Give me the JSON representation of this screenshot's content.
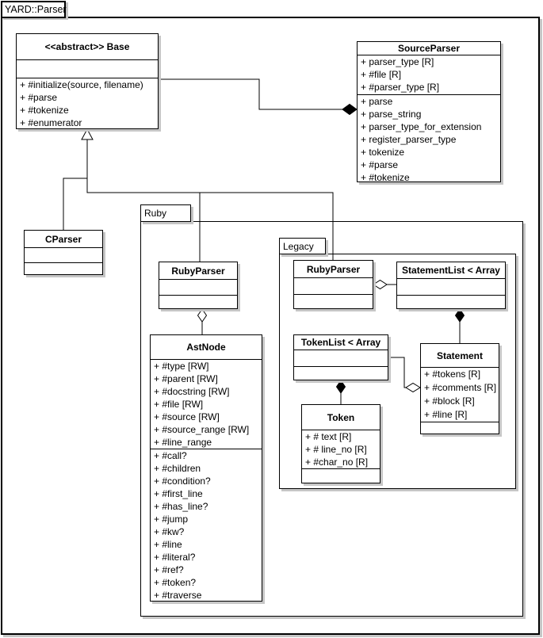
{
  "frame": {
    "title": "YARD::Parser"
  },
  "packages": {
    "ruby": {
      "label": "Ruby"
    },
    "legacy": {
      "label": "Legacy"
    }
  },
  "classes": {
    "base": {
      "name": "<<abstract>> Base",
      "attributes": [],
      "methods": [
        "+ #initialize(source, filename)",
        "+ #parse",
        "+ #tokenize",
        "+ #enumerator"
      ]
    },
    "source_parser": {
      "name": "SourceParser",
      "attributes": [
        "+ parser_type [R]",
        "+ #file [R]",
        "+ #parser_type [R]"
      ],
      "methods": [
        "+ parse",
        "+ parse_string",
        "+ parser_type_for_extension",
        "+ register_parser_type",
        "+ tokenize",
        "+ #parse",
        "+ #tokenize"
      ]
    },
    "cparser": {
      "name": "CParser",
      "attributes": [],
      "methods": []
    },
    "ruby_ruby_parser": {
      "name": "RubyParser",
      "attributes": [],
      "methods": []
    },
    "ast_node": {
      "name": "AstNode",
      "attributes": [
        "+ #type [RW]",
        "+ #parent [RW]",
        "+ #docstring [RW]",
        "+ #file [RW]",
        "+ #source [RW]",
        "+ #source_range [RW]",
        "+ #line_range"
      ],
      "methods": [
        "+ #call?",
        "+ #children",
        "+ #condition?",
        "+ #first_line",
        "+ #has_line?",
        "+ #jump",
        "+ #kw?",
        "+ #line",
        "+ #literal?",
        "+ #ref?",
        "+ #token?",
        "+ #traverse"
      ]
    },
    "legacy_ruby_parser": {
      "name": "RubyParser",
      "attributes": [],
      "methods": []
    },
    "statement_list": {
      "name": "StatementList < Array",
      "attributes": [],
      "methods": []
    },
    "token_list": {
      "name": "TokenList < Array",
      "attributes": [],
      "methods": []
    },
    "statement": {
      "name": "Statement",
      "attributes": [
        "+ #tokens [R]",
        "+ #comments [R]",
        "+ #block [R]",
        "+ #line [R]"
      ],
      "methods": []
    },
    "token": {
      "name": "Token",
      "attributes": [
        "+ # text [R]",
        "+ # line_no [R]",
        "+ #char_no [R]"
      ],
      "methods": []
    }
  },
  "relationships": [
    {
      "type": "composition",
      "owner": "SourceParser",
      "part": "Base"
    },
    {
      "type": "generalization",
      "parent": "Base",
      "children": [
        "CParser",
        "Ruby::RubyParser",
        "Ruby::Legacy::RubyParser"
      ]
    },
    {
      "type": "aggregation",
      "owner": "Ruby::RubyParser",
      "part": "Ruby::AstNode"
    },
    {
      "type": "aggregation",
      "owner": "Legacy::RubyParser",
      "part": "Legacy::StatementList"
    },
    {
      "type": "composition",
      "owner": "Legacy::StatementList",
      "part": "Legacy::Statement"
    },
    {
      "type": "aggregation",
      "owner": "Legacy::Statement",
      "part": "Legacy::TokenList"
    },
    {
      "type": "composition",
      "owner": "Legacy::TokenList",
      "part": "Legacy::Token"
    }
  ],
  "colors": {
    "line": "#000000",
    "background": "#ffffff",
    "box_fill": "#ffffff",
    "shadow": "#c6c6c6"
  }
}
